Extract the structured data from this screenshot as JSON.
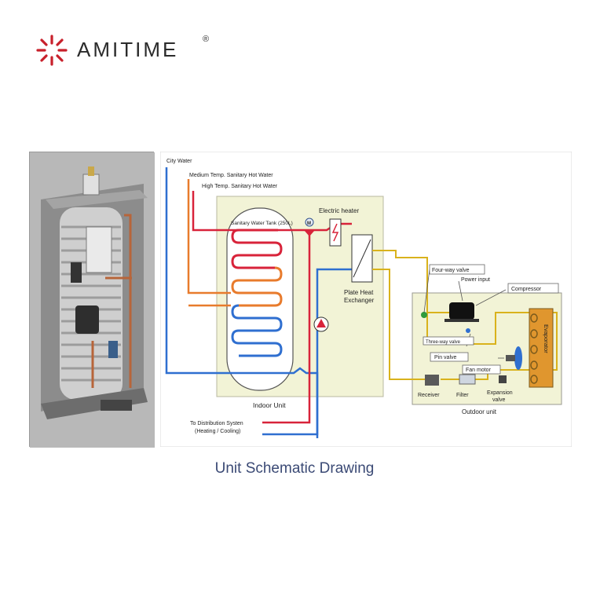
{
  "brand": {
    "name": "AMITIME",
    "registered_mark": "®",
    "accent_color": "#c8202b"
  },
  "schematic": {
    "labels": {
      "city_water": "City Water",
      "medium_temp": "Medium Temp. Sanitary Hot Water",
      "high_temp": "High Temp. Sanitary Hot Water",
      "tank": "Sanitary Water Tank (250L)",
      "electric_heater": "Electric heater",
      "motor_m": "M",
      "plate_heat_1": "Plate Heat",
      "plate_heat_2": "Exchanger",
      "indoor_unit": "Indoor Unit",
      "distribution_1": "To Distribution Systen",
      "distribution_2": "(Heating / Cooling)",
      "four_way_valve": "Four-way valve",
      "power_input": "Power input",
      "compressor": "Compressor",
      "three_way_valve": "Three-way valve",
      "evaporator": "Evaporator",
      "pin_valve": "Pin valve",
      "fan_motor": "Fan motor",
      "receiver": "Receiver",
      "filter": "Filter",
      "expansion_1": "Expansion",
      "expansion_2": "valve",
      "outdoor_unit": "Outdoor unit"
    },
    "colors": {
      "hot": "#d8233a",
      "medium": "#e87b2c",
      "cold": "#2f6fd0",
      "refrigerant": "#d9b21c",
      "unit_fill": "#f2f3d6"
    }
  },
  "caption": "Unit Schematic Drawing"
}
